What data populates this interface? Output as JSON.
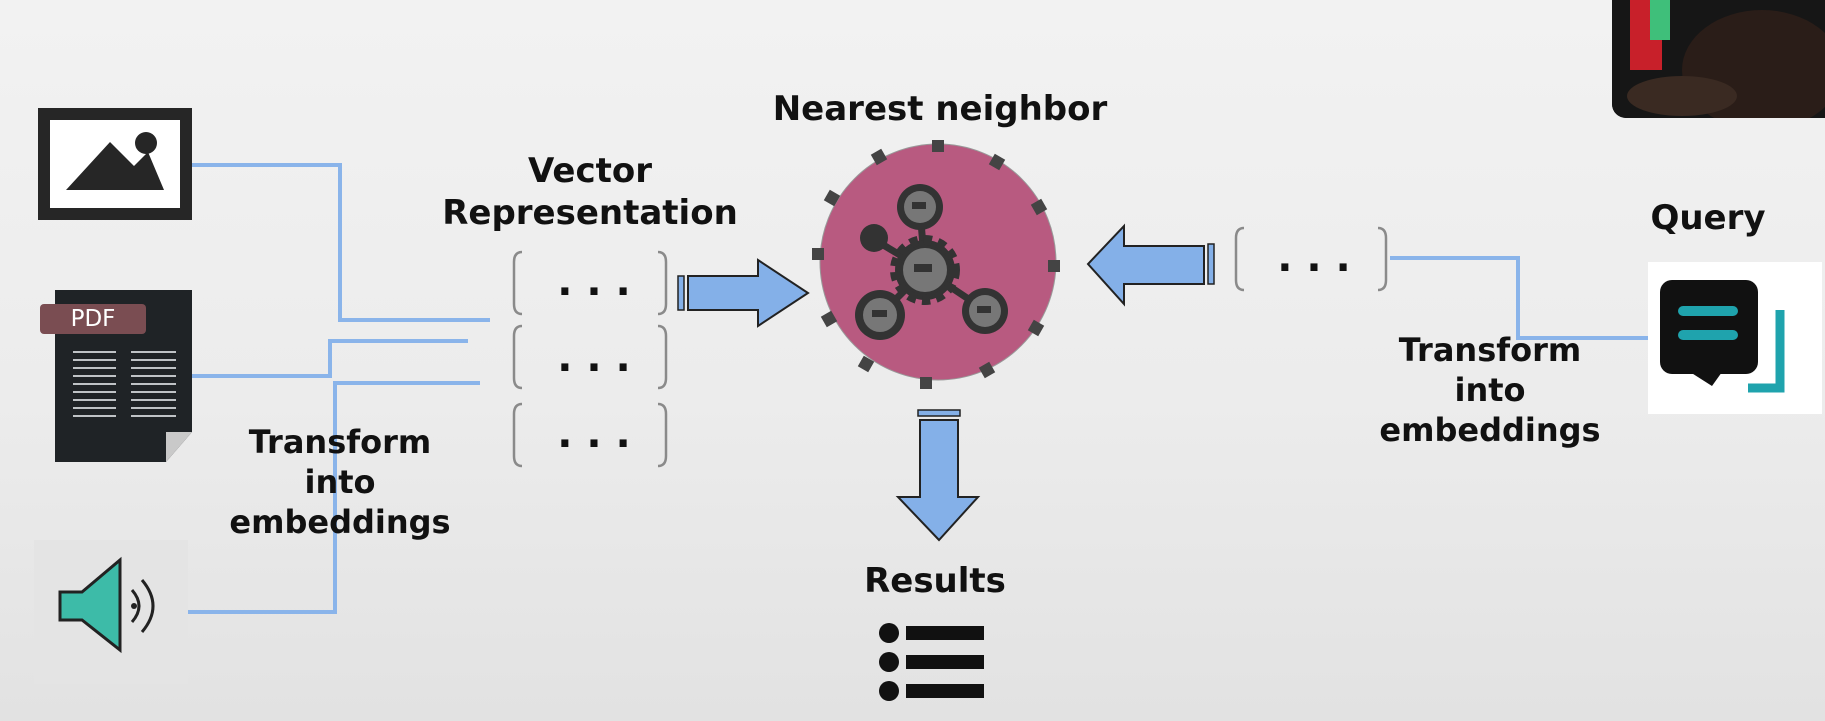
{
  "labels": {
    "nearest_neighbor": "Nearest neighbor",
    "vector_representation_line1": "Vector",
    "vector_representation_line2": "Representation",
    "query": "Query",
    "results": "Results",
    "transform_left": [
      "Transform",
      "into",
      "embeddings"
    ],
    "transform_right": [
      "Transform",
      "into",
      "embeddings"
    ],
    "pdf_badge": "PDF",
    "vector_dots": ". . ."
  },
  "icons": {
    "image": "image-icon",
    "pdf": "pdf-document-icon",
    "audio": "speaker-audio-icon",
    "query": "chat-message-icon",
    "results": "list-icon",
    "nearest_neighbor": "network-hub-icon",
    "webcam": "webcam-overlay"
  },
  "colors": {
    "connector": "#8ab4ea",
    "arrow_fill": "#84b0e8",
    "circle_fill": "#b85a80",
    "gear": "#333333",
    "query_teal": "#1fa3ad",
    "speaker_teal": "#3dbba8",
    "document_dark": "#1f2326",
    "pdf_badge": "#7a4d52"
  }
}
